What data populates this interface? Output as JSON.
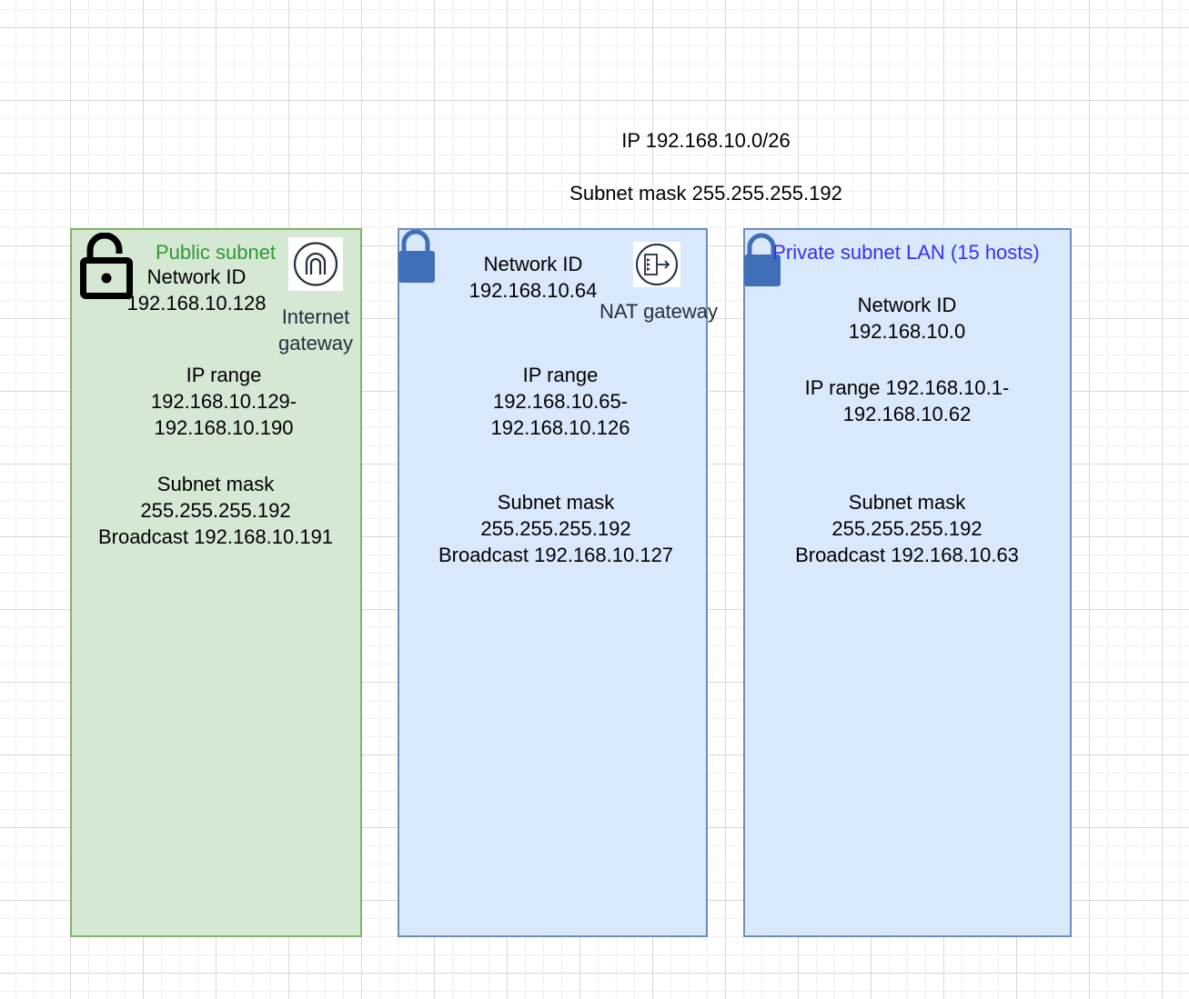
{
  "header": {
    "ip": "IP 192.168.10.0/26",
    "subnet_mask": "Subnet mask 255.255.255.192"
  },
  "public_subnet": {
    "title": "Public subnet",
    "title_color": "#339933",
    "network_id": "Network ID\n192.168.10.128",
    "ip_range": "IP range\n192.168.10.129-\n192.168.10.190",
    "mask_broadcast": "Subnet mask\n255.255.255.192\nBroadcast 192.168.10.191",
    "gateway_label": "Internet\ngateway",
    "lock_icon": "unlocked-padlock-icon",
    "gateway_icon": "internet-gateway-icon"
  },
  "nat_subnet": {
    "network_id": "Network ID\n192.168.10.64",
    "ip_range": "IP range\n192.168.10.65-\n192.168.10.126",
    "mask_broadcast": "Subnet mask\n255.255.255.192\nBroadcast 192.168.10.127",
    "gateway_label": "NAT gateway",
    "lock_icon": "locked-padlock-icon",
    "gateway_icon": "nat-gateway-icon"
  },
  "private_subnet": {
    "title": "Private subnet LAN (15 hosts)",
    "title_color": "#3333ee",
    "network_id": "Network ID\n192.168.10.0",
    "ip_range": "IP range 192.168.10.1-\n192.168.10.62",
    "mask_broadcast": "Subnet mask\n255.255.255.192\nBroadcast 192.168.10.63",
    "lock_icon": "locked-padlock-icon"
  },
  "colors": {
    "public_fill": "#d5e8d4",
    "public_stroke": "#82b366",
    "private_fill": "#dae8fc",
    "private_stroke": "#6c8ebf",
    "lock_blue": "#3f6fb6"
  }
}
